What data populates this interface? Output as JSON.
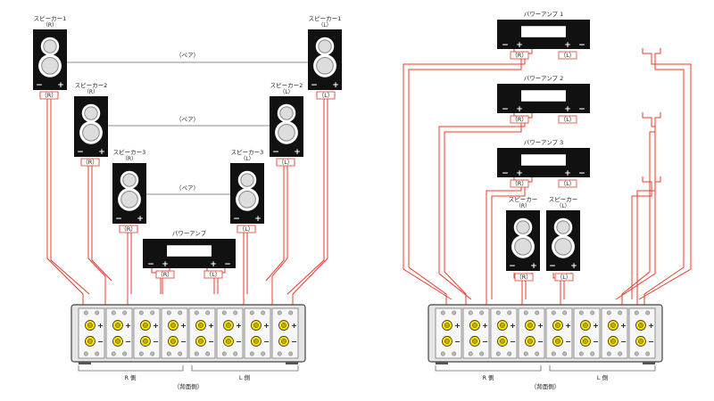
{
  "left_panel": {
    "speakers": [
      {
        "title": "スピーカー1",
        "channel": "（R）",
        "tag": "（R）"
      },
      {
        "title": "スピーカー1",
        "channel": "（L）",
        "tag": "（L）"
      },
      {
        "title": "スピーカー2",
        "channel": "（R）",
        "tag": "（R）"
      },
      {
        "title": "スピーカー2",
        "channel": "（L）",
        "tag": "（L）"
      },
      {
        "title": "スピーカー3",
        "channel": "（R）",
        "tag": "（R）"
      },
      {
        "title": "スピーカー3",
        "channel": "（L）",
        "tag": "（L）"
      }
    ],
    "pair_label": "（ペア）",
    "amp": {
      "title": "パワーアンプ",
      "tag_r": "（R）",
      "tag_l": "（L）"
    },
    "side_r": "R 側",
    "side_l": "L 側",
    "caption": "（背面側）"
  },
  "right_panel": {
    "amps": [
      {
        "title": "パワーアンプ 1",
        "tag_r": "（R）",
        "tag_l": "（L）"
      },
      {
        "title": "パワーアンプ 2",
        "tag_r": "（R）",
        "tag_l": "（L）"
      },
      {
        "title": "パワーアンプ 3",
        "tag_r": "（R）",
        "tag_l": "（L）"
      }
    ],
    "speakers": [
      {
        "title": "スピーカー",
        "channel": "（R）",
        "tag": "（R）"
      },
      {
        "title": "スピーカー",
        "channel": "（L）",
        "tag": "（L）"
      }
    ],
    "side_r": "R 側",
    "side_l": "L 側",
    "caption": "（背面側）"
  },
  "symbols": {
    "plus": "+",
    "minus": "−"
  },
  "colors": {
    "wire": "#e8382d",
    "terminal": "#f5e400",
    "body": "#111111"
  }
}
